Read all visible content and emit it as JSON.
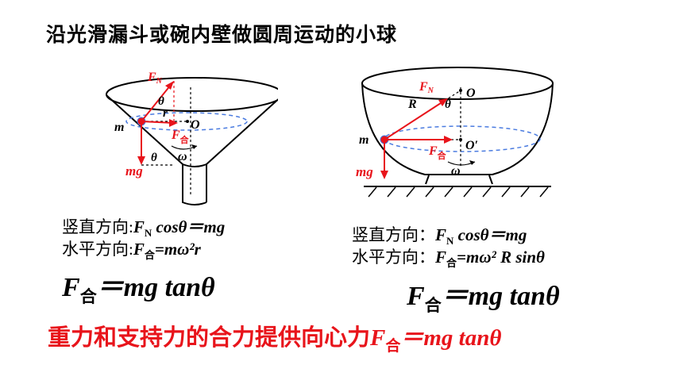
{
  "title": "沿光滑漏斗或碗内壁做圆周运动的小球",
  "funnel": {
    "labels": {
      "fn": "F",
      "fn_sub": "N",
      "theta_top": "θ",
      "r": "r",
      "o": "O",
      "fhe": "F",
      "fhe_sub": "合",
      "m": "m",
      "mg": "mg",
      "theta_bottom": "θ",
      "omega": "ω"
    },
    "vertical_label": "竖直方向:",
    "vertical_expr": "cosθ＝mg",
    "horizontal_label": "水平方向:",
    "horizontal_expr": "=mω²r",
    "result_rhs": "＝mg tanθ"
  },
  "bowl": {
    "labels": {
      "fn": "F",
      "fn_sub": "N",
      "o": "O",
      "r": "R",
      "theta": "θ",
      "m": "m",
      "o_prime": "O′",
      "fhe": "F",
      "fhe_sub": "合",
      "mg": "mg",
      "omega": "ω"
    },
    "vertical_label": "竖直方向：",
    "vertical_expr": "cosθ＝mg",
    "horizontal_label": "水平方向：",
    "horizontal_expr": "=mω² R sinθ",
    "result_rhs": "＝mg tanθ"
  },
  "common": {
    "f": "F",
    "n": "N",
    "he": "合"
  },
  "conclusion": {
    "text": "重力和支持力的合力提供向心力",
    "rhs": "＝mg tanθ"
  },
  "colors": {
    "red": "#e8141b",
    "blue": "#4a7be0",
    "black": "#000000"
  }
}
